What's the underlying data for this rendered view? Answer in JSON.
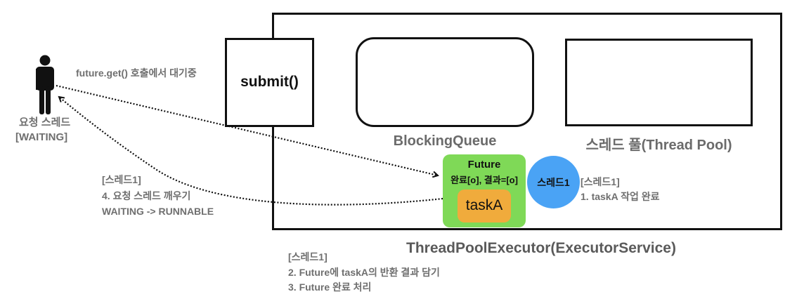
{
  "requester": {
    "name": "요청 스레드",
    "state": "[WAITING]",
    "wait_note": "future.get() 호출에서 대기중"
  },
  "submit": {
    "label": "submit()"
  },
  "executor": {
    "title": "ThreadPoolExecutor(ExecutorService)",
    "queue_label": "BlockingQueue",
    "pool_label": "스레드 풀(Thread Pool)"
  },
  "future": {
    "title": "Future",
    "status": "완료[o], 결과=[o]",
    "task": "taskA"
  },
  "worker": {
    "label": "스레드1"
  },
  "notes": {
    "step1": {
      "header": "[스레드1]",
      "lines": [
        "1. taskA 작업 완료"
      ]
    },
    "step23": {
      "header": "[스레드1]",
      "lines": [
        "2. Future에 taskA의 반환 결과 담기",
        "3. Future 완료 처리"
      ]
    },
    "step4": {
      "header": "[스레드1]",
      "lines": [
        "4. 요청 스레드 깨우기",
        "WAITING -> RUNNABLE"
      ]
    }
  },
  "colors": {
    "future_fill": "#7fd957",
    "task_fill": "#f0ab3c",
    "worker_fill": "#4aa3f5",
    "note_text": "#6f6f6f"
  }
}
